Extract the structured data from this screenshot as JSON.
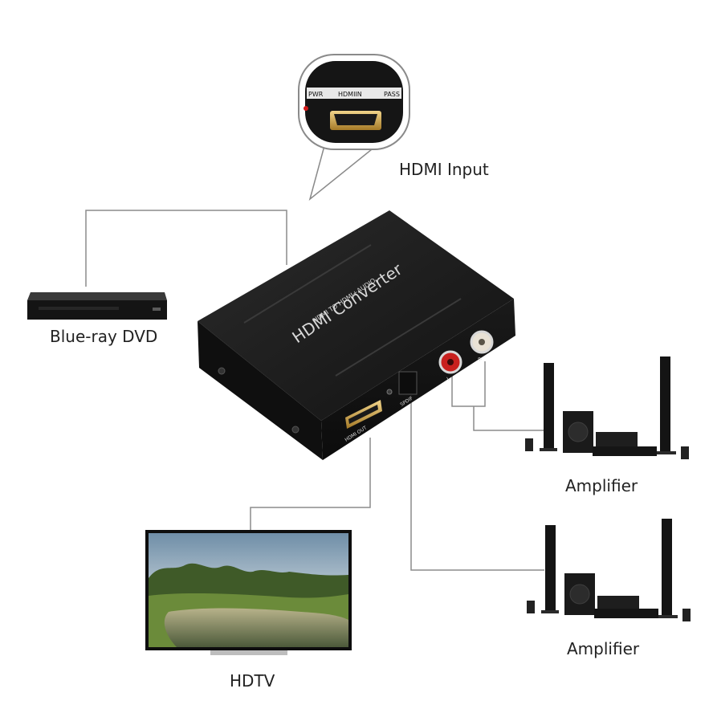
{
  "labels": {
    "hdmi_input": "HDMI Input",
    "bluray": "Blue-ray DVD",
    "amplifier_top": "Amplifier",
    "amplifier_bottom": "Amplifier",
    "hdtv": "HDTV"
  },
  "converter": {
    "title": "HDMI Converter",
    "subtitle": "HDMI TO HDMI+AUDIO",
    "port_hdmi_out": "HDMI OUT",
    "port_spdif": "SPDIF",
    "port_l": "L",
    "port_r": "R"
  },
  "hdmi_closeup": {
    "label_pwr": "PWR",
    "label_hdmi_in": "HDMIIN",
    "label_pass": "PASS"
  },
  "colors": {
    "device_body": "#1c1c1c",
    "cable_line": "#8c8c8c",
    "label_text": "#222222",
    "rca_red": "#c8201e",
    "rca_white": "#e9e2d5",
    "hdmi_gold": "#c9a045"
  }
}
